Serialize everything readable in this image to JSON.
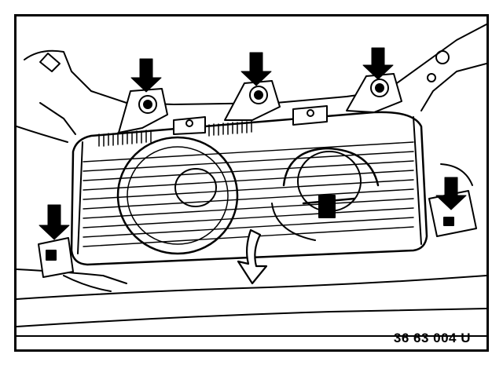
{
  "figure": {
    "reference_code": "36 63 004 U"
  },
  "callouts": [
    {
      "name": "arrow-top-left",
      "icon": "down-arrow-icon"
    },
    {
      "name": "arrow-top-center",
      "icon": "down-arrow-icon"
    },
    {
      "name": "arrow-top-right",
      "icon": "down-arrow-icon"
    },
    {
      "name": "arrow-left",
      "icon": "down-arrow-icon"
    },
    {
      "name": "arrow-right",
      "icon": "down-arrow-icon"
    },
    {
      "name": "removal-direction-arrow",
      "icon": "curved-arrow-icon"
    }
  ],
  "colors": {
    "ink": "#000000",
    "paper": "#ffffff"
  }
}
